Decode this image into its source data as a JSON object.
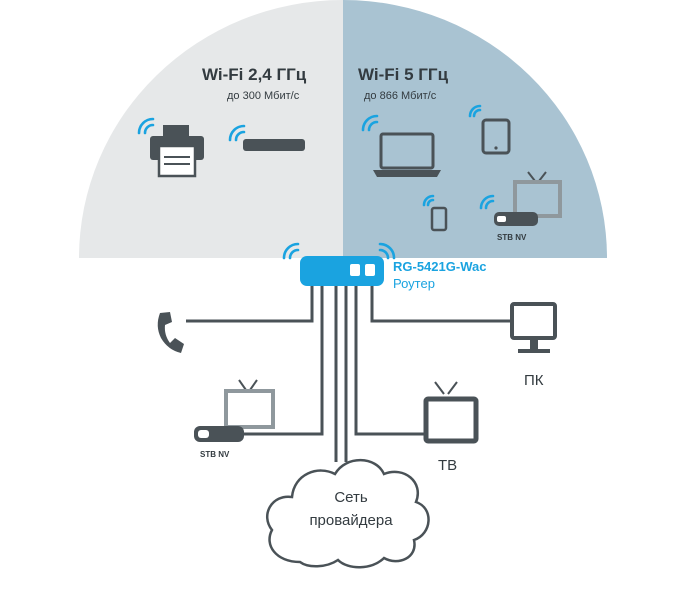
{
  "bands": {
    "band_24": {
      "title": "Wi-Fi 2,4 ГГц",
      "speed": "до 300 Мбит/с"
    },
    "band_5": {
      "title": "Wi-Fi 5 ГГц",
      "speed": "до 866 Мбит/с"
    }
  },
  "router": {
    "model": "RG-5421G-Wac",
    "role": "Роутер"
  },
  "wired_devices": {
    "pc": {
      "label": "ПК"
    },
    "tv": {
      "label": "ТВ"
    },
    "stb_wired": {
      "label": "STB NV"
    }
  },
  "wireless_devices": {
    "stb_wifi": {
      "label": "STB NV"
    }
  },
  "provider": {
    "line1": "Сеть",
    "line2": "провайдера"
  },
  "colors": {
    "band_24_bg": "#e6e8e9",
    "band_5_bg": "#a9c3d2",
    "router_accent": "#1aa3e0",
    "device_dark": "#4a5257",
    "device_gray": "#8f989d"
  }
}
